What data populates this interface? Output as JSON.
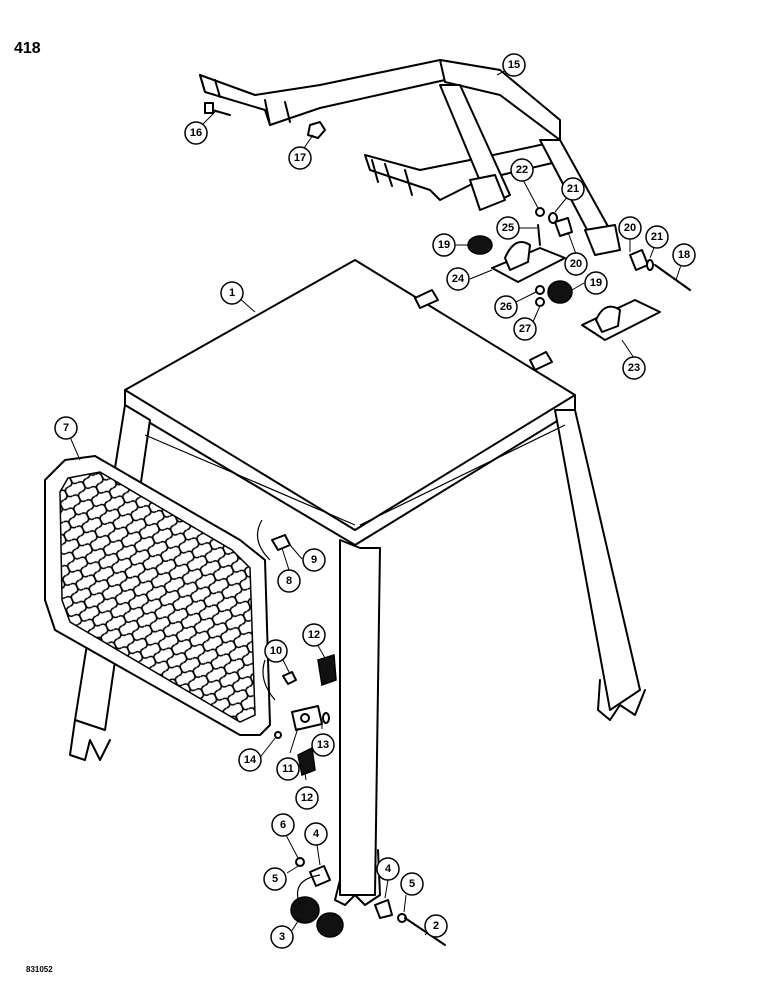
{
  "page_number": "418",
  "figure_code": "831052",
  "callouts": [
    {
      "id": "c1",
      "label": "1"
    },
    {
      "id": "c2",
      "label": "2"
    },
    {
      "id": "c3",
      "label": "3"
    },
    {
      "id": "c4a",
      "label": "4"
    },
    {
      "id": "c4b",
      "label": "4"
    },
    {
      "id": "c5a",
      "label": "5"
    },
    {
      "id": "c5b",
      "label": "5"
    },
    {
      "id": "c6",
      "label": "6"
    },
    {
      "id": "c7",
      "label": "7"
    },
    {
      "id": "c8",
      "label": "8"
    },
    {
      "id": "c9",
      "label": "9"
    },
    {
      "id": "c10",
      "label": "10"
    },
    {
      "id": "c11",
      "label": "11"
    },
    {
      "id": "c12a",
      "label": "12"
    },
    {
      "id": "c12b",
      "label": "12"
    },
    {
      "id": "c13",
      "label": "13"
    },
    {
      "id": "c14",
      "label": "14"
    },
    {
      "id": "c15",
      "label": "15"
    },
    {
      "id": "c16",
      "label": "16"
    },
    {
      "id": "c17",
      "label": "17"
    },
    {
      "id": "c18",
      "label": "18"
    },
    {
      "id": "c19a",
      "label": "19"
    },
    {
      "id": "c19b",
      "label": "19"
    },
    {
      "id": "c20a",
      "label": "20"
    },
    {
      "id": "c20b",
      "label": "20"
    },
    {
      "id": "c21a",
      "label": "21"
    },
    {
      "id": "c21b",
      "label": "21"
    },
    {
      "id": "c22",
      "label": "22"
    },
    {
      "id": "c23",
      "label": "23"
    },
    {
      "id": "c24",
      "label": "24"
    },
    {
      "id": "c25",
      "label": "25"
    },
    {
      "id": "c26",
      "label": "26"
    },
    {
      "id": "c27",
      "label": "27"
    }
  ]
}
